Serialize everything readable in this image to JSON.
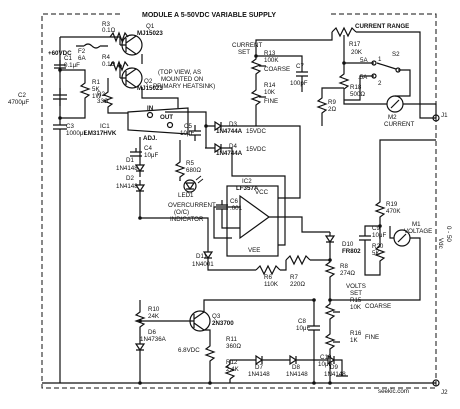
{
  "title": "MODULE A 5-50VDC VARIABLE SUPPLY",
  "current_range": "CURRENT RANGE",
  "supply": "+60VDC",
  "heatsink_note": [
    "(TOP VIEW, AS",
    "MOUNTED ON",
    "PRIMARY HEATSINK)"
  ],
  "pins": {
    "in": "IN",
    "out": "OUT",
    "adj": "ADJ."
  },
  "vcc": "VCC",
  "vee": "VEE",
  "v15a": "15VDC",
  "v15b": "15VDC",
  "v68": "6.8VDC",
  "current_set": [
    "CURRENT",
    "SET"
  ],
  "volts_set": [
    "VOLTS",
    "SET"
  ],
  "coarse_c": "COARSE",
  "fine_c": "FINE",
  "coarse_v": "COARSE",
  "fine_v": "FINE",
  "overcurrent": [
    "OVERCURRENT",
    "(O/C)",
    "INDICATOR"
  ],
  "output_label": [
    "0 - 50",
    "Vdc"
  ],
  "watermark": "seekic.com",
  "switch": {
    "s2": "S2",
    "a5a": "5A",
    "a05a": ".5A",
    "w1": "1",
    "w2": "2"
  },
  "components": {
    "q1": [
      "Q1",
      "MJ15023"
    ],
    "q2": [
      "Q2",
      "MJ15023"
    ],
    "q3": [
      "Q3",
      "2N3700"
    ],
    "ic1": [
      "IC1",
      "LM317HVK"
    ],
    "ic2": [
      "IC2",
      "LF357A"
    ],
    "r1": [
      "R1",
      "5K",
      "1W"
    ],
    "r2": [
      "R2",
      "33Ω"
    ],
    "r3": [
      "R3",
      "0.1Ω"
    ],
    "r4": [
      "R4",
      "0.1Ω"
    ],
    "r5": [
      "R5",
      "680Ω"
    ],
    "r6": [
      "R6",
      "110K"
    ],
    "r7": [
      "R7",
      "220Ω"
    ],
    "r8": [
      "R8",
      "274Ω"
    ],
    "r9": [
      "R9",
      "2Ω"
    ],
    "r10": [
      "R10",
      "24K"
    ],
    "r11": [
      "R11",
      "360Ω"
    ],
    "r12": [
      "R12",
      "2.4K"
    ],
    "r13": [
      "R13",
      "100K"
    ],
    "r14": [
      "R14",
      "10K"
    ],
    "r15": [
      "R15",
      "10K"
    ],
    "r16": [
      "R16",
      "1K"
    ],
    "r17": [
      "R17",
      "20K"
    ],
    "r18": [
      "R18",
      "500Ω"
    ],
    "r19": [
      "R19",
      "470K"
    ],
    "r20": [
      "R20",
      "5K"
    ],
    "c1": [
      "C1",
      "0.1μF"
    ],
    "c2": [
      "C2",
      "4700μF"
    ],
    "c3": [
      "C3",
      "1000μF"
    ],
    "c4": [
      "C4",
      "10μF"
    ],
    "c5": [
      "C5",
      "10μF"
    ],
    "c6": [
      "C6",
      ".001"
    ],
    "c7": [
      "C7",
      "100pF"
    ],
    "c8": [
      "C8",
      "10μF"
    ],
    "c9": [
      "C9",
      "10μF"
    ],
    "c10": [
      "C10",
      "10μF"
    ],
    "d1": [
      "D1",
      "1N4148"
    ],
    "d2": [
      "D2",
      "1N4148"
    ],
    "d3": [
      "D3",
      "1N4744A"
    ],
    "d4": [
      "D4",
      "1N4744A"
    ],
    "d6": [
      "D6",
      "1N4736A"
    ],
    "d7": [
      "D7",
      "1N4148"
    ],
    "d8": [
      "D8",
      "1N4148"
    ],
    "d9": [
      "D9",
      "1N4148"
    ],
    "d10": [
      "D10",
      "FR802"
    ],
    "d11": [
      "D11",
      "1N4001"
    ],
    "f2": [
      "F2",
      "6A"
    ],
    "led1": "LED1",
    "m1": [
      "M1",
      "VOLTAGE"
    ],
    "m2": [
      "M2",
      "CURRENT"
    ],
    "j1": "J1",
    "j2": "J2"
  }
}
